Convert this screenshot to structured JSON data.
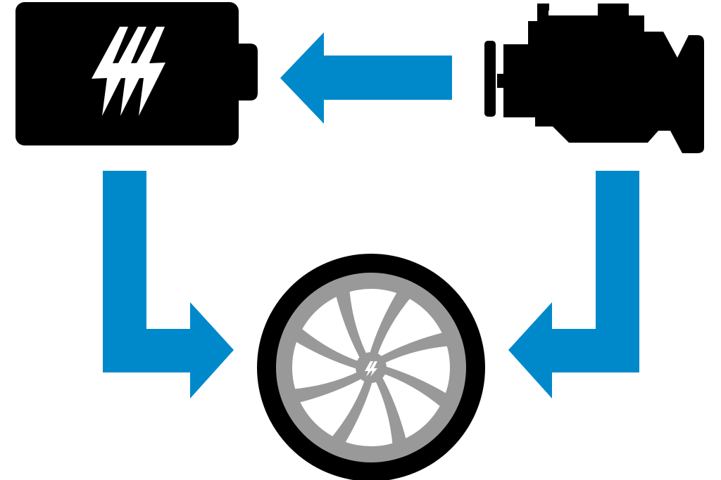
{
  "diagram": {
    "type": "hybrid-powertrain-flow",
    "nodes": [
      {
        "id": "battery",
        "icon": "battery-icon"
      },
      {
        "id": "engine",
        "icon": "engine-icon"
      },
      {
        "id": "wheel",
        "icon": "wheel-icon"
      }
    ],
    "edges": [
      {
        "from": "engine",
        "to": "battery"
      },
      {
        "from": "battery",
        "to": "wheel"
      },
      {
        "from": "engine",
        "to": "wheel"
      }
    ],
    "colors": {
      "arrow": "#0089CA",
      "icon": "#000000",
      "rim": "#999999",
      "bolt": "#ffffff",
      "background": "#ffffff"
    }
  }
}
